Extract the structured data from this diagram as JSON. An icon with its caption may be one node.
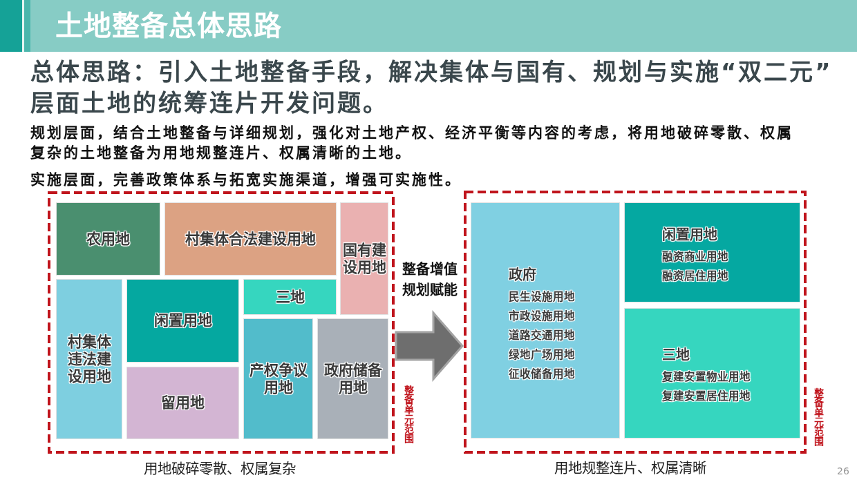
{
  "diagram": {
    "title": "土地整备总体思路",
    "nodes": [
      {
        "text": [],
        "shape": "box",
        "beside": [
          "整备单元范围",
          "用地破碎零散、权属复杂"
        ]
      },
      {
        "text": [
          "农用地"
        ],
        "in": 0
      },
      {
        "text": [
          "村集体合法建设用地"
        ],
        "in": 0
      },
      {
        "text": [
          "国有建设用地"
        ],
        "in": 0
      },
      {
        "text": [
          "村集体违法建设用地"
        ],
        "in": 0
      },
      {
        "text": [
          "闲置用地"
        ],
        "in": 0
      },
      {
        "text": [
          "三地"
        ],
        "in": 0
      },
      {
        "text": [
          "留用地"
        ],
        "in": 0
      },
      {
        "text": [
          "产权争议用地"
        ],
        "in": 0
      },
      {
        "text": [
          "政府储备用地"
        ],
        "in": 0
      },
      {
        "text": [],
        "shape": "box",
        "beside": [
          "整备单元范围",
          "用地规整连片、权属清晰"
        ]
      },
      {
        "text": [
          "政府",
          "民生设施用地",
          "市政设施用地",
          "道路交通用地",
          "绿地广场用地",
          "征收储备用地"
        ],
        "in": 10
      },
      {
        "text": [
          "闲置用地",
          "融资商业用地",
          "融资居住用地"
        ],
        "in": 10
      },
      {
        "text": [
          "三地",
          "复建安置物业用地",
          "复建安置居住用地"
        ],
        "in": 10
      }
    ],
    "edges": [
      {
        "from": 0,
        "to": 10,
        "arrow": "to",
        "label": "整备增值规划赋能",
        "style": "thick"
      }
    ],
    "labels": [
      "总体思路：引入土地整备手段，解决集体与国有、规划与实施“双二元”层面土地的统筹连片开发问题。",
      "规划层面，结合土地整备与详细规划，强化对土地产权、经济平衡等内容的考虑，将用地破碎零散、权属复杂的土地整备为用地规整连片、权属清晰的土地。",
      "实施层面，完善政策体系与拓宽实施渠道，增强可实施性。",
      "26"
    ]
  }
}
